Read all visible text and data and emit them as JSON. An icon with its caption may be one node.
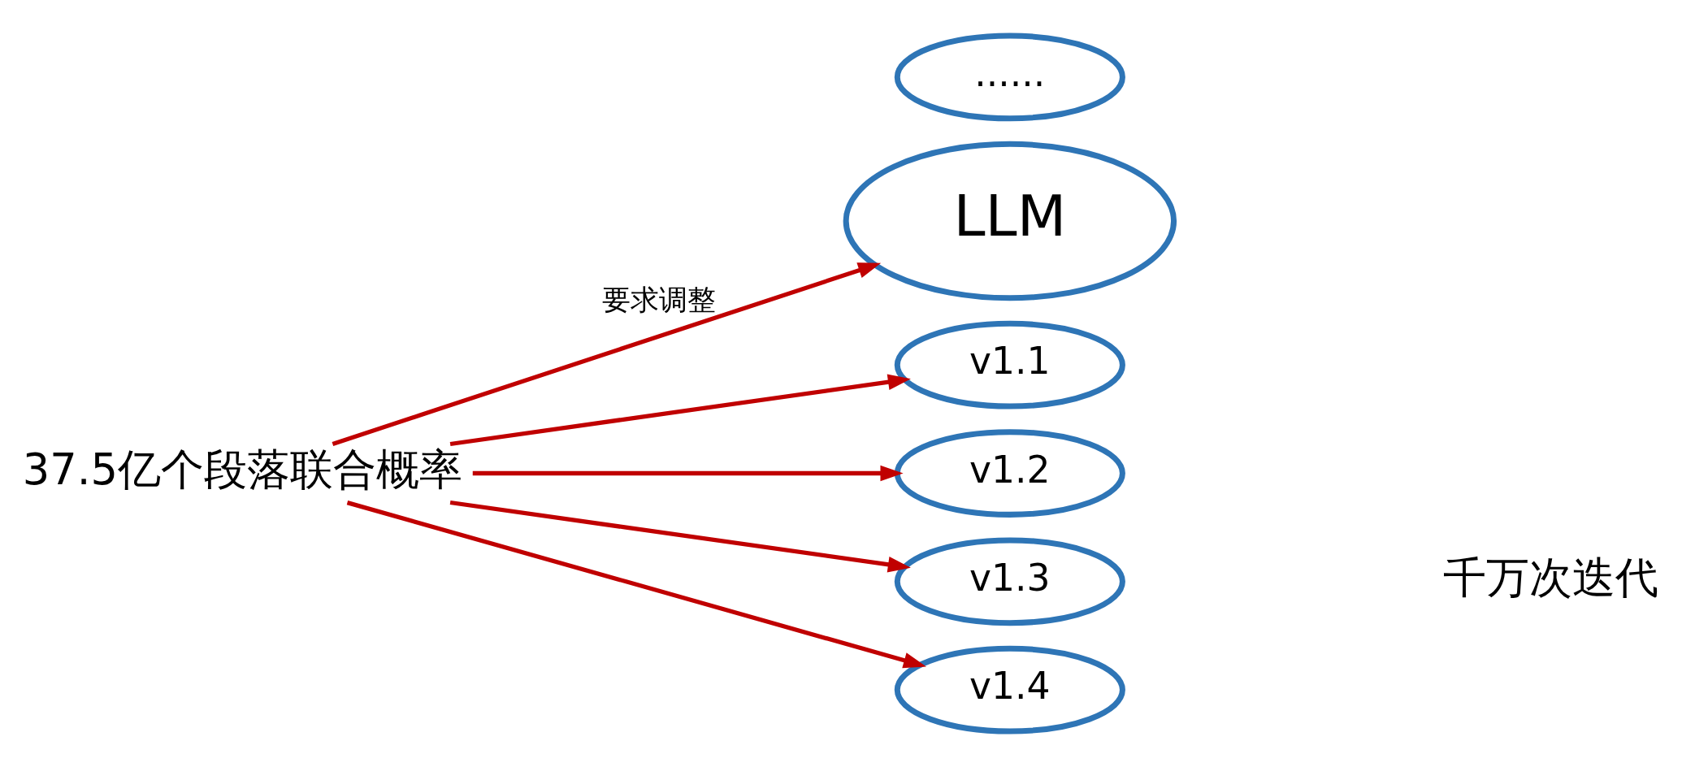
{
  "diagram": {
    "nodes": [
      {
        "text": [
          "37.5亿个段落联合概率"
        ]
      },
      {
        "text": [
          "LLM"
        ]
      },
      {
        "text": [
          "v1.1"
        ]
      },
      {
        "text": [
          "v1.2"
        ]
      },
      {
        "text": [
          "v1.3"
        ]
      },
      {
        "text": [
          "v1.4"
        ]
      },
      {
        "text": [
          "......"
        ]
      }
    ],
    "edges": [
      {
        "from": 0,
        "to": 1,
        "arrow": "to",
        "label": "要求调整"
      },
      {
        "from": 0,
        "to": 2,
        "arrow": "to"
      },
      {
        "from": 0,
        "to": 3,
        "arrow": "to"
      },
      {
        "from": 0,
        "to": 4,
        "arrow": "to"
      },
      {
        "from": 0,
        "to": 5,
        "arrow": "to"
      }
    ],
    "labels": [
      "千万次迭代"
    ]
  }
}
